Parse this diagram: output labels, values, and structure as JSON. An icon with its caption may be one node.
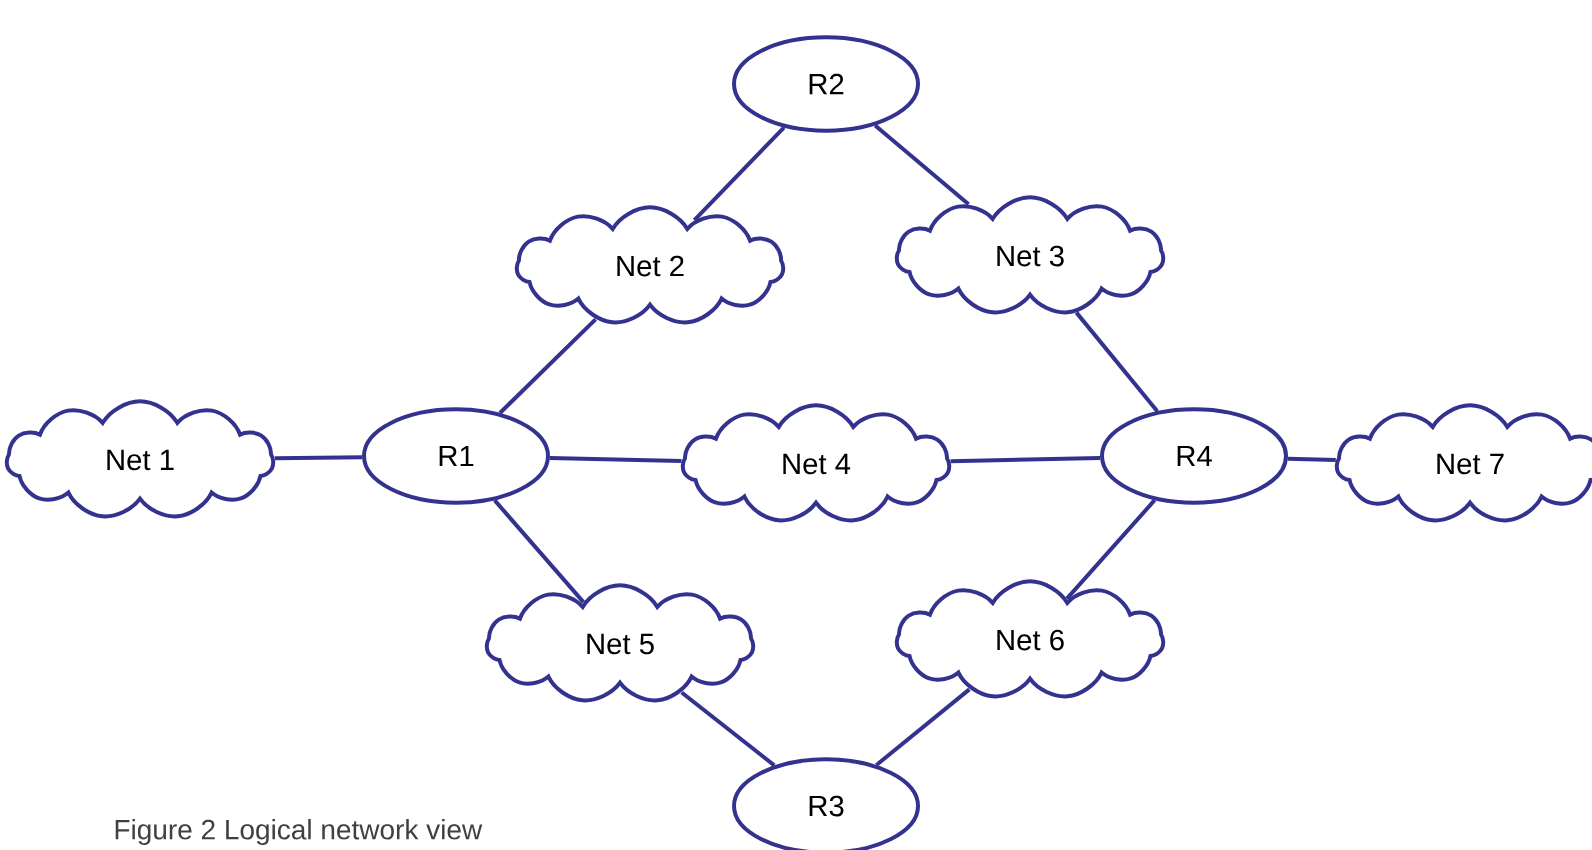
{
  "diagram": {
    "caption": "Figure 2 Logical network view",
    "nodes": [
      {
        "text": [
          "R2"
        ]
      },
      {
        "text": [
          "Net 2"
        ]
      },
      {
        "text": [
          "Net 3"
        ]
      },
      {
        "text": [
          "Net 1"
        ]
      },
      {
        "text": [
          "R1"
        ]
      },
      {
        "text": [
          "Net 4"
        ]
      },
      {
        "text": [
          "R4"
        ]
      },
      {
        "text": [
          "Net 7"
        ]
      },
      {
        "text": [
          "Net 5"
        ]
      },
      {
        "text": [
          "Net 6"
        ]
      },
      {
        "text": [
          "R3"
        ]
      }
    ],
    "edges": [
      {
        "from": 0,
        "to": 1,
        "arrow": "none"
      },
      {
        "from": 0,
        "to": 2,
        "arrow": "none"
      },
      {
        "from": 1,
        "to": 4,
        "arrow": "none"
      },
      {
        "from": 2,
        "to": 6,
        "arrow": "none"
      },
      {
        "from": 3,
        "to": 4,
        "arrow": "none"
      },
      {
        "from": 4,
        "to": 5,
        "arrow": "none"
      },
      {
        "from": 5,
        "to": 6,
        "arrow": "none"
      },
      {
        "from": 6,
        "to": 7,
        "arrow": "none"
      },
      {
        "from": 4,
        "to": 8,
        "arrow": "none"
      },
      {
        "from": 6,
        "to": 9,
        "arrow": "none"
      },
      {
        "from": 8,
        "to": 10,
        "arrow": "none"
      },
      {
        "from": 9,
        "to": 10,
        "arrow": "none"
      }
    ]
  }
}
